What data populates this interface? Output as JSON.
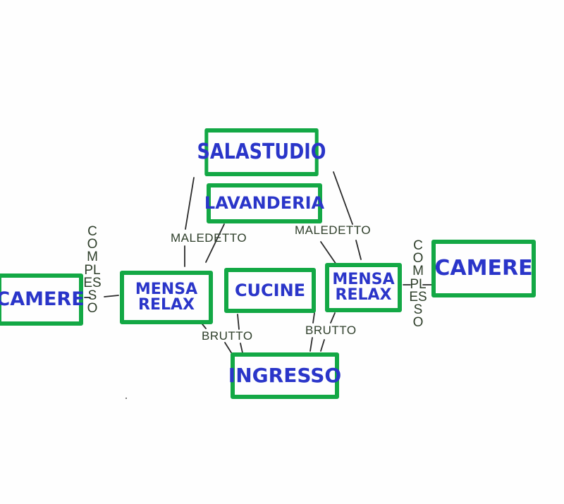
{
  "diagram": {
    "nodes": {
      "salastudio": "SALASTUDIO",
      "lavanderia": "LAVANDERIA",
      "camere_left": "CAMERE",
      "mensa_left": "MENSA\nRELAX",
      "cucine": "CUCINE",
      "mensa_right": "MENSA\nRELAX",
      "camere_right": "CAMERE",
      "ingresso": "INGRESSO"
    },
    "edge_labels": {
      "maledetto_left": "MALEDETTO",
      "maledetto_right": "MALEDETTO",
      "brutto_left": "BRUTTO",
      "brutto_right": "BRUTTO",
      "complesso_left": "COMPLESSO",
      "complesso_right": "COMPLESSO"
    },
    "colors": {
      "box_border": "#13a845",
      "box_text": "#2a35c9",
      "line": "#2a2a2a",
      "edge_text": "#2e3e2a"
    }
  }
}
